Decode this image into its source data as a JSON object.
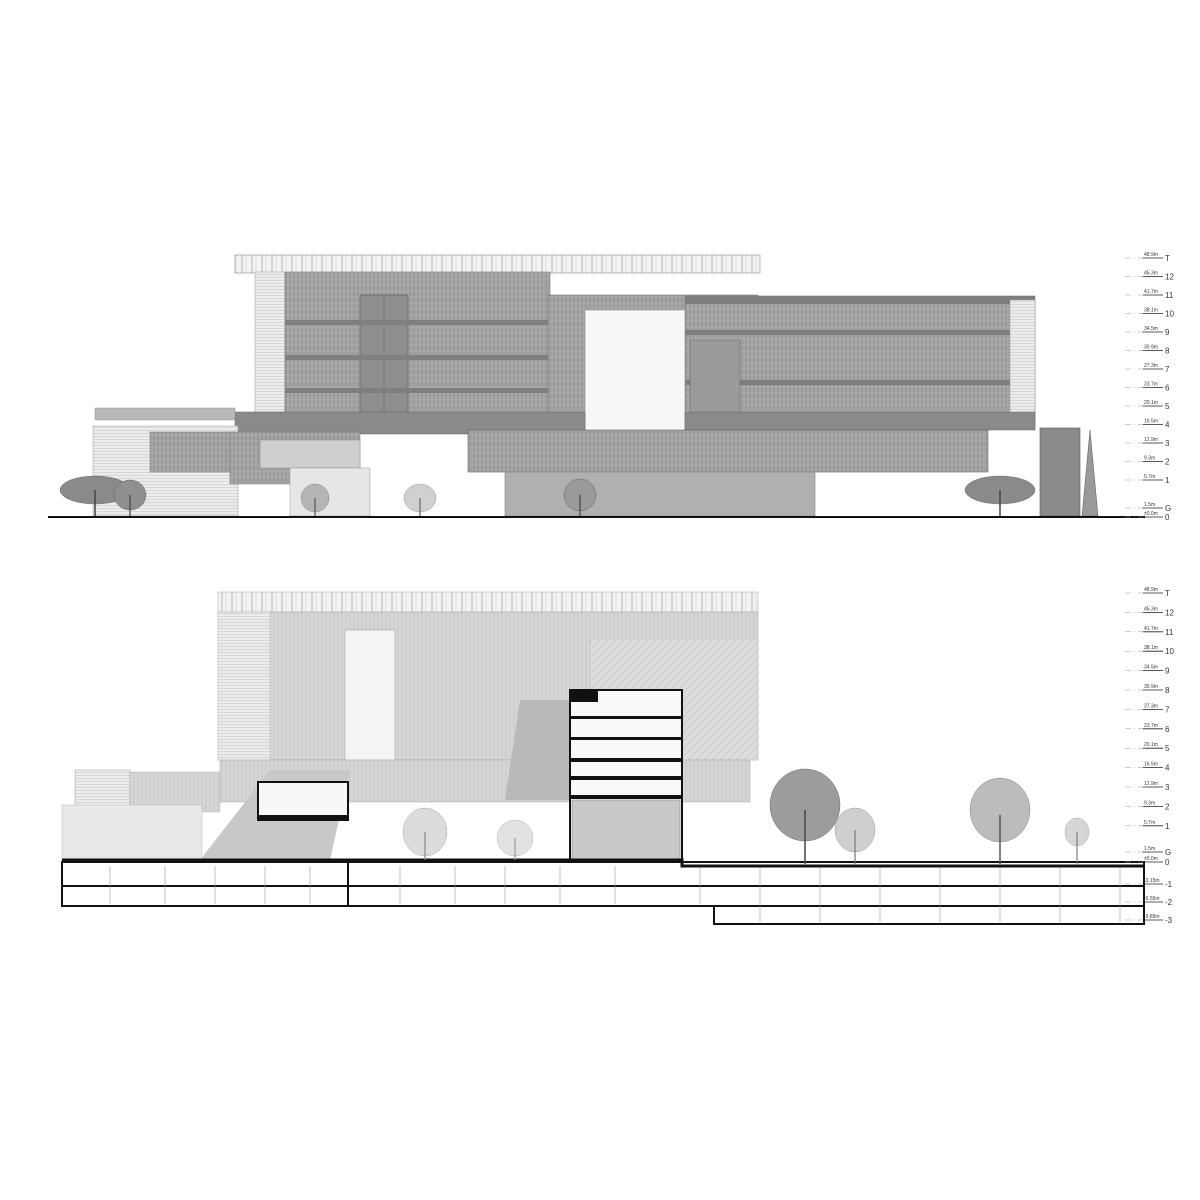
{
  "elevation": {
    "levels": [
      {
        "elev": "48.9m",
        "name": "T"
      },
      {
        "elev": "45.3m",
        "name": "12"
      },
      {
        "elev": "41.7m",
        "name": "11"
      },
      {
        "elev": "38.1m",
        "name": "10"
      },
      {
        "elev": "34.5m",
        "name": "9"
      },
      {
        "elev": "30.9m",
        "name": "8"
      },
      {
        "elev": "27.3m",
        "name": "7"
      },
      {
        "elev": "23.7m",
        "name": "6"
      },
      {
        "elev": "20.1m",
        "name": "5"
      },
      {
        "elev": "16.5m",
        "name": "4"
      },
      {
        "elev": "12.9m",
        "name": "3"
      },
      {
        "elev": "9.3m",
        "name": "2"
      },
      {
        "elev": "5.7m",
        "name": "1"
      },
      {
        "elev": "1.5m",
        "name": "G"
      },
      {
        "elev": "±0.0m",
        "name": "0"
      }
    ]
  },
  "section": {
    "levels": [
      {
        "elev": "48.9m",
        "name": "T"
      },
      {
        "elev": "45.3m",
        "name": "12"
      },
      {
        "elev": "41.7m",
        "name": "11"
      },
      {
        "elev": "38.1m",
        "name": "10"
      },
      {
        "elev": "34.5m",
        "name": "9"
      },
      {
        "elev": "30.9m",
        "name": "8"
      },
      {
        "elev": "27.3m",
        "name": "7"
      },
      {
        "elev": "23.7m",
        "name": "6"
      },
      {
        "elev": "20.1m",
        "name": "5"
      },
      {
        "elev": "16.5m",
        "name": "4"
      },
      {
        "elev": "12.9m",
        "name": "3"
      },
      {
        "elev": "9.3m",
        "name": "2"
      },
      {
        "elev": "5.7m",
        "name": "1"
      },
      {
        "elev": "1.5m",
        "name": "G"
      },
      {
        "elev": "±0.0m",
        "name": "0"
      },
      {
        "elev": "-3.15m",
        "name": "-1"
      },
      {
        "elev": "-6.55m",
        "name": "-2"
      },
      {
        "elev": "-9.85m",
        "name": "-3"
      }
    ]
  },
  "colors": {
    "facade": "#9a9a9a",
    "facade_dark": "#7d7d7d",
    "facade_light": "#c9c9c9",
    "section_cut": "#111111",
    "tree": "#8a8a8a"
  }
}
